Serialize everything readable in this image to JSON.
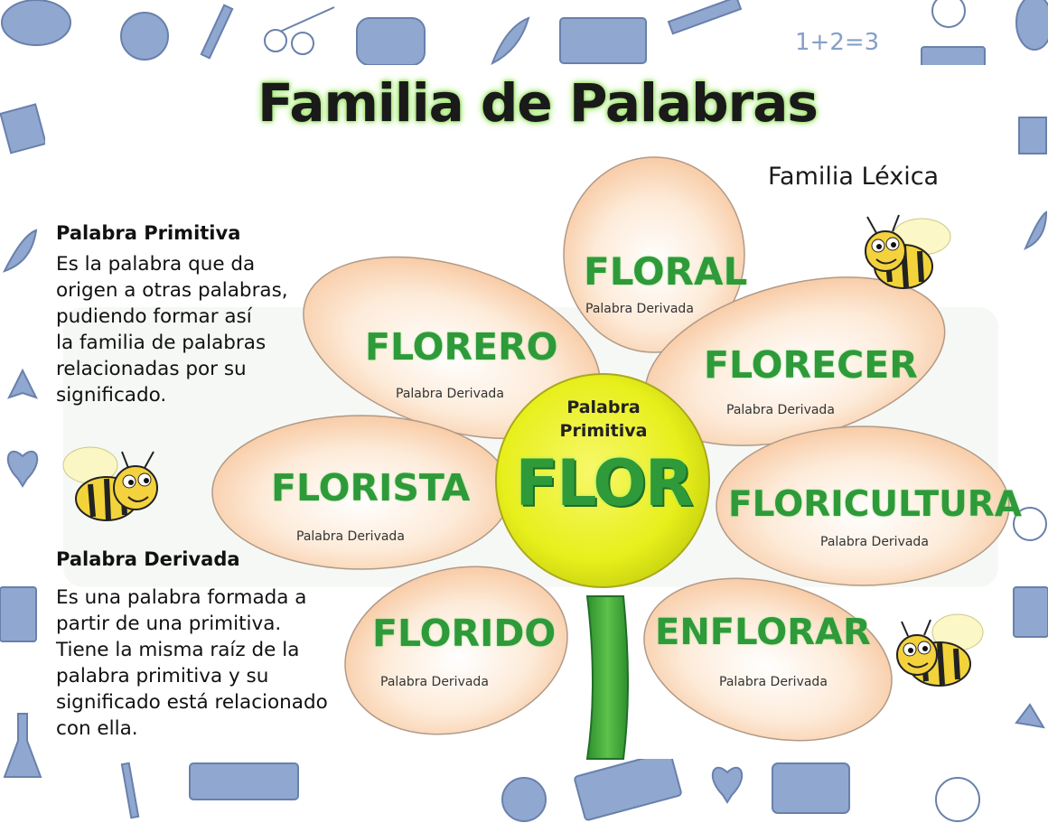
{
  "title": "Familia de Palabras",
  "subtitle": "Familia Léxica",
  "definitions": {
    "primitive": {
      "heading": "Palabra Primitiva",
      "lines": [
        "Es la palabra que da",
        "origen a otras palabras,",
        "pudiendo formar así",
        "la familia de palabras",
        "relacionadas por su",
        "significado."
      ]
    },
    "derived": {
      "heading": "Palabra Derivada",
      "lines": [
        "Es una palabra formada a",
        "partir de una primitiva.",
        "Tiene la misma raíz de la",
        "palabra primitiva y su",
        "significado está relacionado",
        "con ella."
      ]
    }
  },
  "flower": {
    "center": {
      "label_line1": "Palabra",
      "label_line2": "Primitiva",
      "word": "FLOR"
    },
    "petals": [
      {
        "word": "FLORAL",
        "type": "Palabra Derivada"
      },
      {
        "word": "FLORECER",
        "type": "Palabra Derivada"
      },
      {
        "word": "FLORICULTURA",
        "type": "Palabra Derivada"
      },
      {
        "word": "ENFLORAR",
        "type": "Palabra Derivada"
      },
      {
        "word": "FLORIDO",
        "type": "Palabra Derivada"
      },
      {
        "word": "FLORISTA",
        "type": "Palabra Derivada"
      },
      {
        "word": "FLORERO",
        "type": "Palabra Derivada"
      }
    ]
  },
  "colors": {
    "word_green": "#2e9a3a",
    "petal_fill": "#fde4cf",
    "center_fill": "#e9ef1a",
    "stem": "#3aa83a",
    "doodle_blue": "#6f8ec0"
  }
}
